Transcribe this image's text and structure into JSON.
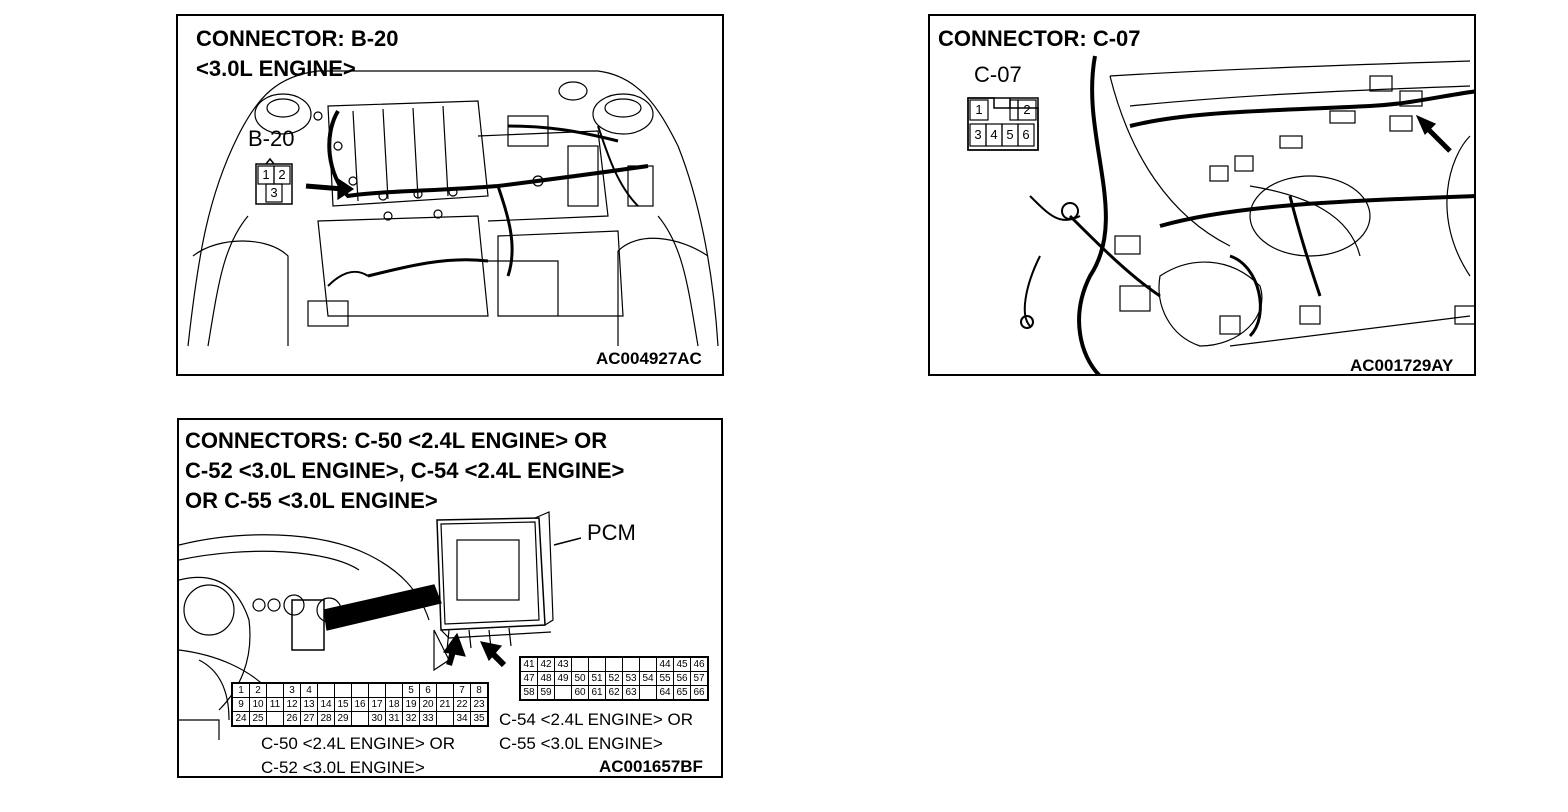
{
  "panel_b20": {
    "title_line1": "CONNECTOR: B-20",
    "title_line2": "<3.0L ENGINE>",
    "connector_label": "B-20",
    "pins": [
      "1",
      "2",
      "3"
    ],
    "code": "AC004927AC"
  },
  "panel_c07": {
    "title": "CONNECTOR: C-07",
    "connector_label": "C-07",
    "pins_top": [
      "1",
      "",
      "2"
    ],
    "pins_bottom": [
      "3",
      "4",
      "5",
      "6"
    ],
    "code": "AC001729AY"
  },
  "panel_c50": {
    "title_line1": "CONNECTORS:  C-50 <2.4L ENGINE>  OR",
    "title_line2": "C-52 <3.0L ENGINE>, C-54 <2.4L ENGINE>",
    "title_line3": "OR C-55 <3.0L ENGINE>",
    "pcm_label": "PCM",
    "left_caption_line1": "C-50 <2.4L ENGINE> OR",
    "left_caption_line2": "C-52 <3.0L ENGINE>",
    "right_caption_line1": "C-54 <2.4L ENGINE> OR",
    "right_caption_line2": "C-55 <3.0L ENGINE>",
    "code": "AC001657BF",
    "left_rows": [
      [
        "1",
        "2",
        "",
        "3",
        "4",
        "",
        "",
        "",
        "",
        "",
        "5",
        "6",
        "",
        "7",
        "8"
      ],
      [
        "9",
        "10",
        "11",
        "12",
        "13",
        "14",
        "15",
        "16",
        "17",
        "18",
        "19",
        "20",
        "21",
        "22",
        "23"
      ],
      [
        "24",
        "25",
        "",
        "26",
        "27",
        "28",
        "29",
        "",
        "30",
        "31",
        "32",
        "33",
        "",
        "34",
        "35"
      ]
    ],
    "right_rows": [
      [
        "41",
        "42",
        "43",
        "",
        "",
        "",
        "",
        "",
        "44",
        "45",
        "46"
      ],
      [
        "47",
        "48",
        "49",
        "50",
        "51",
        "52",
        "53",
        "54",
        "55",
        "56",
        "57"
      ],
      [
        "58",
        "59",
        "",
        "60",
        "61",
        "62",
        "63",
        "",
        "64",
        "65",
        "66"
      ]
    ]
  }
}
